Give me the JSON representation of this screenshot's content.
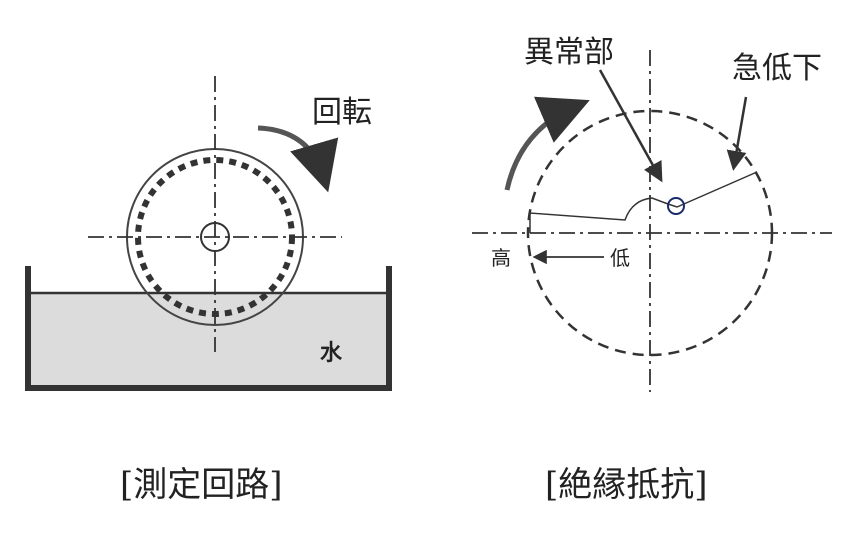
{
  "left_diagram": {
    "rotation_label": "回転",
    "water_label": "水",
    "caption": "[測定回路]"
  },
  "right_diagram": {
    "anomaly_label": "異常部",
    "sudden_drop_label": "急低下",
    "high_label": "高",
    "low_label": "低",
    "caption": "[絶縁抵抗]"
  },
  "colors": {
    "line": "#333333",
    "water": "#dcdcdc",
    "marker": "#1a2a6c"
  }
}
